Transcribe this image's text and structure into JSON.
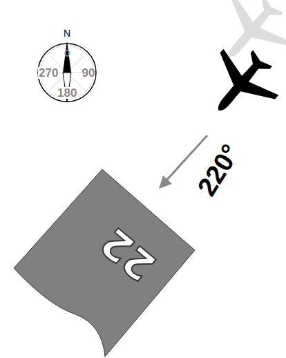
{
  "diagram": {
    "nodes": [
      {
        "text": [
          "N",
          "0",
          "90",
          "180",
          "270"
        ]
      },
      {
        "text": [
          "22"
        ]
      }
    ],
    "labels": [
      "220°"
    ]
  }
}
